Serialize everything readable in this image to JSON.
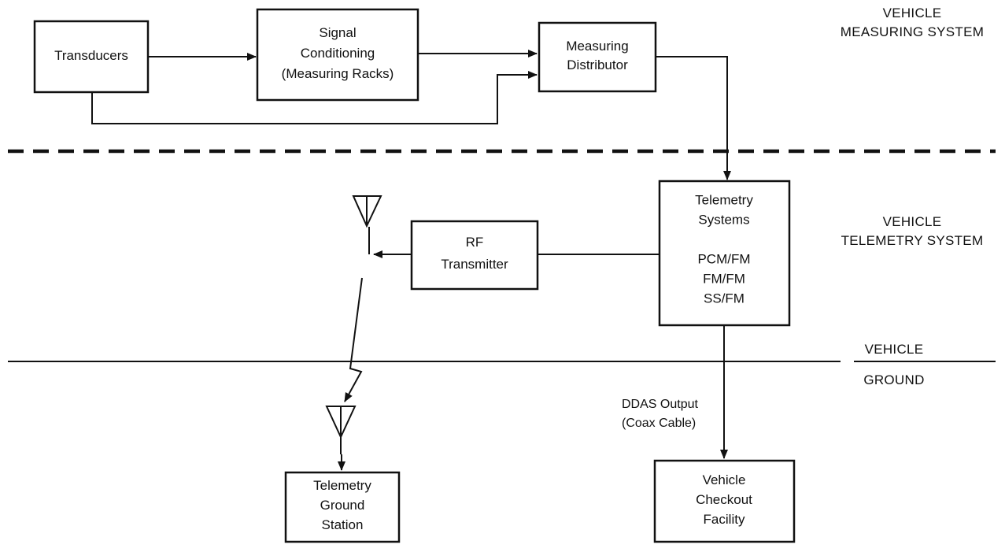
{
  "blocks": {
    "transducers": [
      "Transducers"
    ],
    "signal_conditioning": [
      "Signal",
      "Conditioning",
      "(Measuring Racks)"
    ],
    "measuring_distributor": [
      "Measuring",
      "Distributor"
    ],
    "telemetry_systems": [
      "Telemetry",
      "Systems",
      "",
      "PCM/FM",
      "FM/FM",
      "SS/FM"
    ],
    "rf_transmitter": [
      "RF",
      "Transmitter"
    ],
    "telemetry_ground_station": [
      "Telemetry",
      "Ground",
      "Station"
    ],
    "vehicle_checkout_facility": [
      "Vehicle",
      "Checkout",
      "Facility"
    ]
  },
  "sections": {
    "vehicle_measuring_system": [
      "VEHICLE",
      "MEASURING SYSTEM"
    ],
    "vehicle_telemetry_system": [
      "VEHICLE",
      "TELEMETRY SYSTEM"
    ],
    "vehicle": [
      "VEHICLE"
    ],
    "ground": [
      "GROUND"
    ]
  },
  "annotations": {
    "ddas_output": [
      "DDAS Output",
      "(Coax Cable)"
    ]
  },
  "colors": {
    "ink": "#111111",
    "paper": "#ffffff"
  }
}
